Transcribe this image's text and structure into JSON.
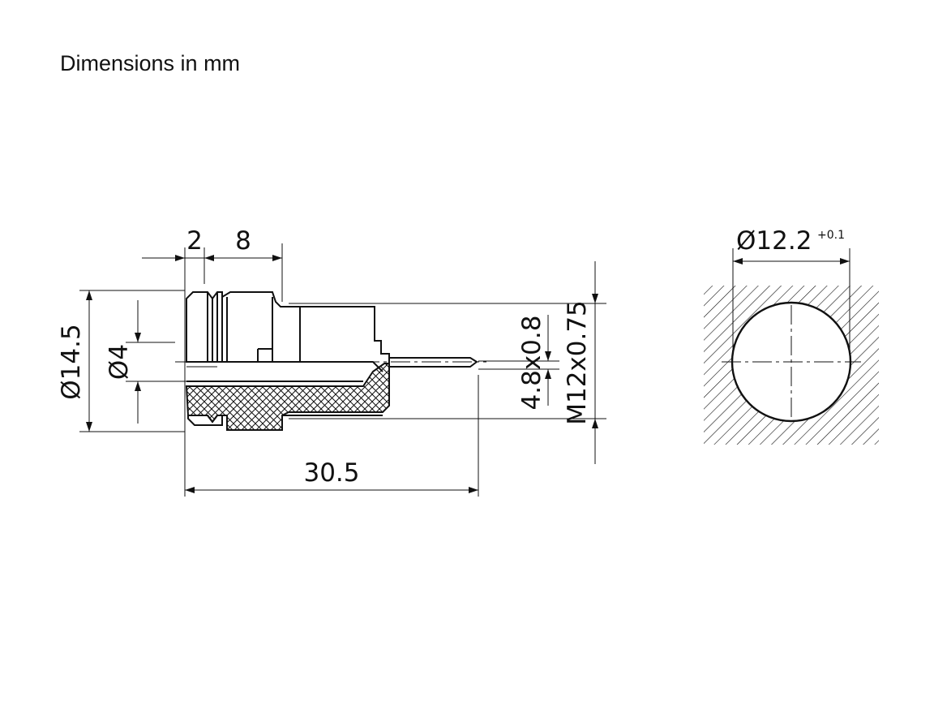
{
  "header": {
    "title": "Dimensions in mm"
  },
  "dimensions": {
    "shoulder_width": "2",
    "collar_length": "8",
    "outer_diameter": "Ø14.5",
    "bore_diameter": "Ø4",
    "overall_length": "30.5",
    "pin_size": "4.8x0.8",
    "thread_spec": "M12x0.75",
    "panel_hole_diameter": "Ø12.2",
    "panel_hole_tolerance": "+0.1"
  },
  "colors": {
    "line": "#111111",
    "background": "#ffffff"
  }
}
